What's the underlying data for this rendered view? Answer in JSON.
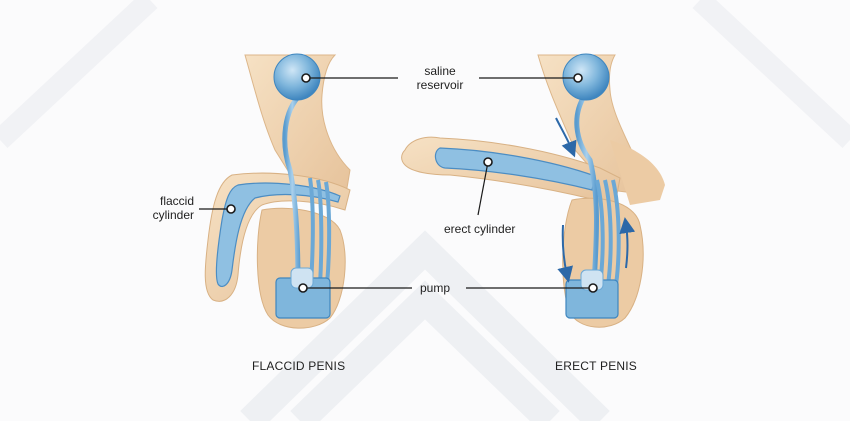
{
  "labels": {
    "saline_reservoir": [
      "saline",
      "reservoir"
    ],
    "flaccid_cylinder": [
      "flaccid",
      "cylinder"
    ],
    "erect_cylinder": "erect cylinder",
    "pump": "pump"
  },
  "captions": {
    "left": "FLACCID PENIS",
    "right": "ERECT PENIS"
  },
  "colors": {
    "skin": "#f2d7b4",
    "skin_shade": "#e3bf93",
    "device_blue": "#7fb6dc",
    "device_blue_dark": "#3f86bf",
    "arrow_blue": "#2c68a8",
    "leader": "#1a1a1a"
  }
}
